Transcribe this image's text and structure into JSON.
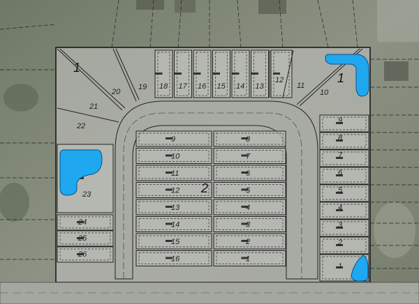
{
  "title": "Subdivision plat overlay on aerial image",
  "colors": {
    "pond": "#1fa8f0",
    "lot": "#b9bbb5",
    "road": "#a4a7a0",
    "aerial": "#7f8676"
  },
  "blocks": {
    "block1": "1",
    "block1_alt": "1",
    "block2": "2"
  },
  "block1_lots": {
    "top_row": [
      "18",
      "17",
      "16",
      "15",
      "14",
      "13"
    ],
    "top_left": [
      "19",
      "20",
      "21",
      "22"
    ],
    "top_right": [
      "12",
      "11",
      "10"
    ],
    "left_column": [
      "23",
      "24",
      "25",
      "26"
    ],
    "right_column": [
      "9",
      "8",
      "7",
      "6",
      "5",
      "4",
      "3",
      "2",
      "1"
    ]
  },
  "block2_lots": {
    "left_column": [
      "9",
      "10",
      "11",
      "12",
      "13",
      "14",
      "15",
      "16"
    ],
    "right_column": [
      "8",
      "7",
      "6",
      "5",
      "4",
      "3",
      "2",
      "1"
    ]
  }
}
